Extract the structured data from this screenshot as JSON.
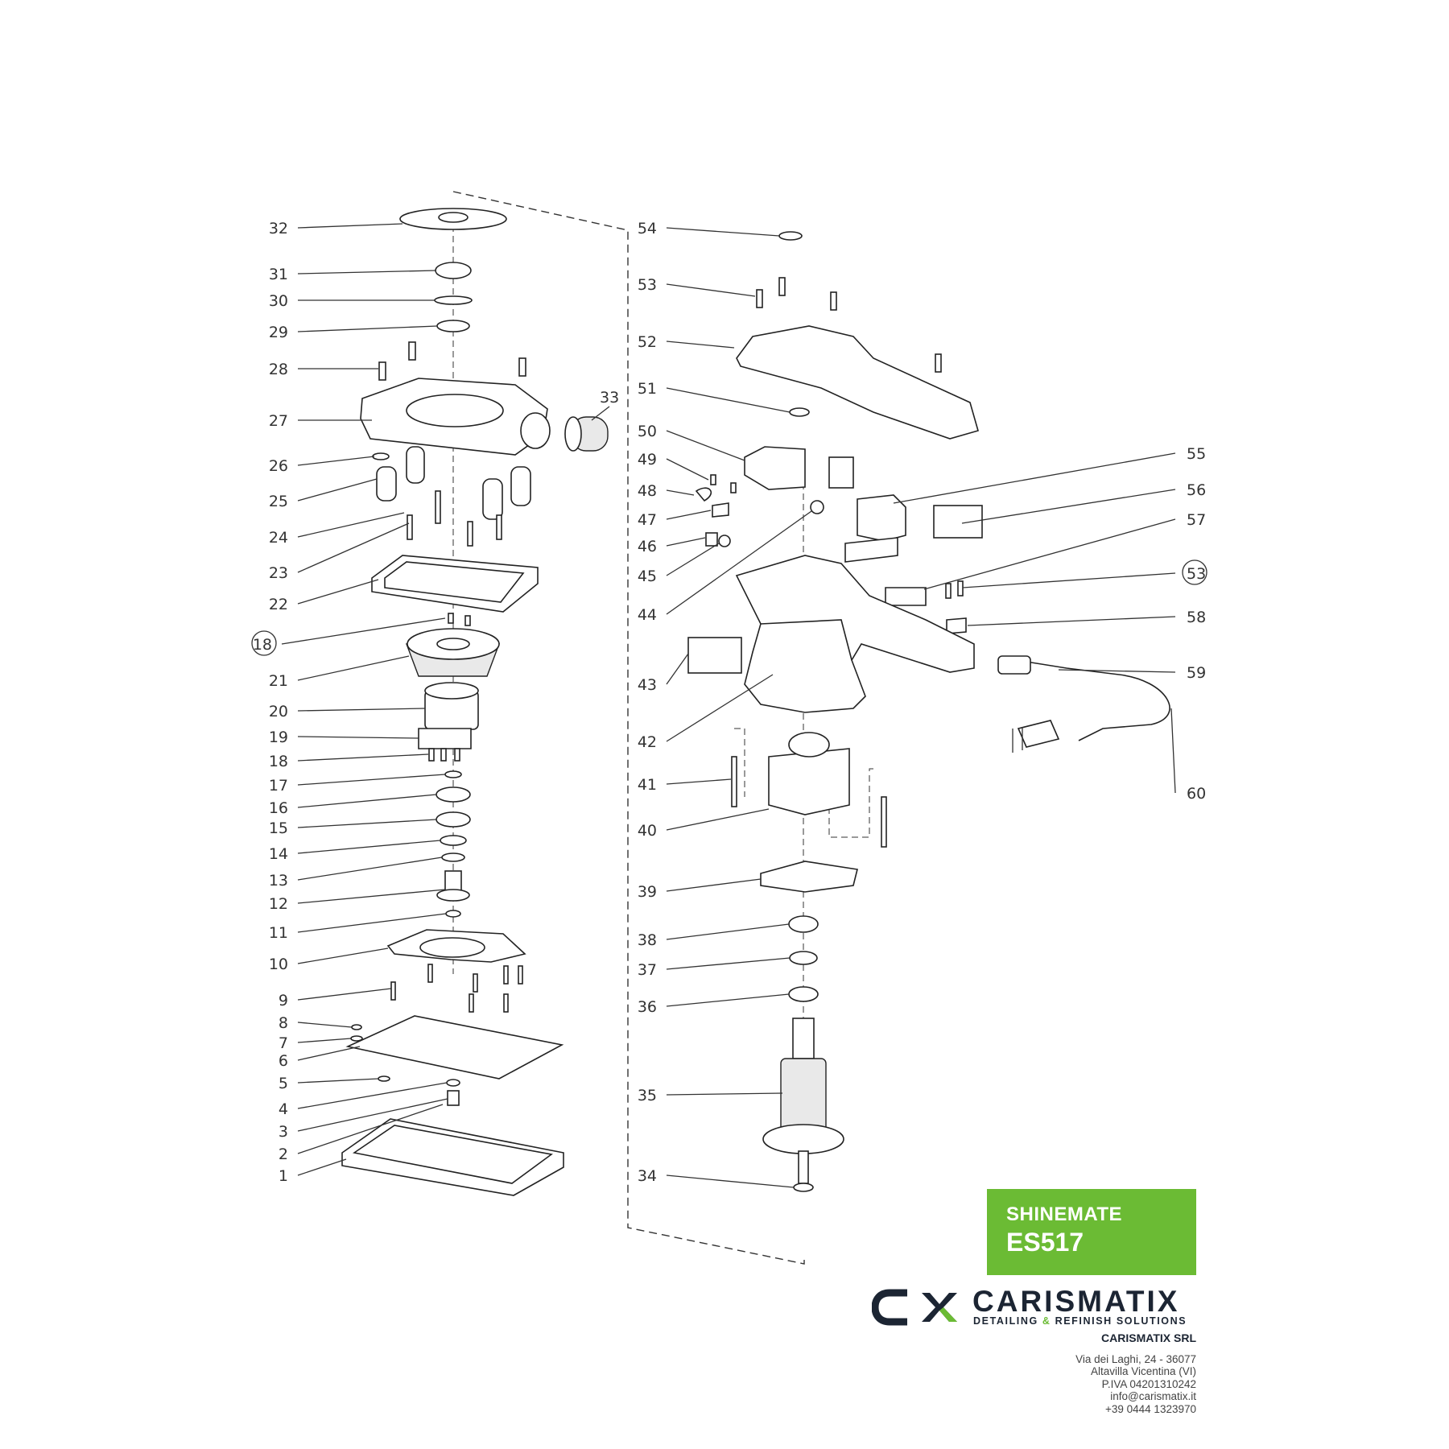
{
  "diagram": {
    "callouts_left": [
      "32",
      "31",
      "30",
      "29",
      "28",
      "27",
      "26",
      "25",
      "24",
      "23",
      "22",
      "18",
      "21",
      "20",
      "19",
      "18",
      "17",
      "16",
      "15",
      "14",
      "13",
      "12",
      "11",
      "10",
      "9",
      "8",
      "7",
      "6",
      "5",
      "4",
      "3",
      "2",
      "1"
    ],
    "callout_33": "33",
    "callouts_right": [
      "54",
      "53",
      "52",
      "51",
      "50",
      "49",
      "48",
      "47",
      "46",
      "45",
      "44",
      "43",
      "42",
      "41",
      "40",
      "39",
      "38",
      "37",
      "36",
      "35",
      "34"
    ],
    "callouts_far_right": [
      "55",
      "56",
      "57",
      "53",
      "58",
      "59",
      "60"
    ],
    "colors": {
      "line": "#222222",
      "accent": "#6bbb34",
      "dark": "#1c2533"
    }
  },
  "brand": {
    "product_name": "SHINEMATE",
    "model": "ES517"
  },
  "logo": {
    "wordmark": "CARISMATIX",
    "tagline_pre": "DETAILING ",
    "tagline_amp": "&",
    "tagline_post": " REFINISH SOLUTIONS"
  },
  "company": {
    "name": "CARISMATIX SRL",
    "address_line1": "Via dei Laghi, 24 - 36077",
    "address_line2": "Altavilla Vicentina (VI)",
    "vat": "P.IVA 04201310242",
    "email": "info@carismatix.it",
    "phone": "+39 0444 1323970"
  }
}
